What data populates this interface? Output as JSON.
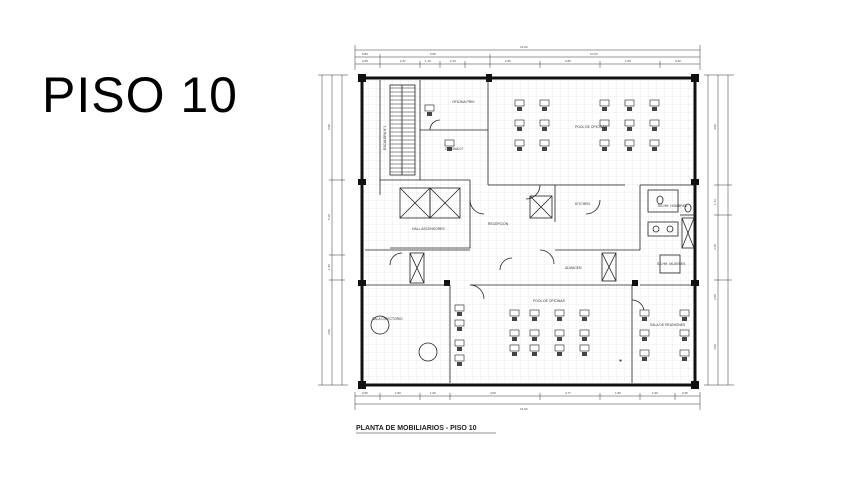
{
  "title": "PISO 10",
  "plan": {
    "caption": "PLANTA DE MOBILIARIOS - PISO 10",
    "total_top": "16.90",
    "total_bottom": "16.90",
    "top_dims": [
      "0.80",
      "6.80",
      "10.00"
    ],
    "top_dims_2": [
      "0.65",
      "1.27",
      "1.10",
      "2.10",
      "2.35",
      "2.80",
      "1.65",
      "0.32"
    ],
    "bottom_dims": [
      "0.65",
      "1.80",
      "1.60",
      "4.00",
      "4.77",
      "1.80",
      "1.60",
      "0.35"
    ],
    "left_dims": [
      "6.80",
      "5.10",
      "1.65",
      "4.80"
    ],
    "right_dims": [
      "4.00",
      "1.73",
      "3.30",
      "2.50",
      "4.50"
    ],
    "rooms": {
      "oficina_top": "OFICINA PRIV.",
      "oficina_mid": "OFICINA 07",
      "escalera": "ESCALERA N°1",
      "pool_top": "POOL DE OFICINAS",
      "hall": "HALL ASCENSORES",
      "recepcion": "RECEPCION",
      "kitchen": "KITCHEN",
      "sshh_h": "SS.HH. HOMBRES",
      "sshh_m": "SS.HH. MUJERES",
      "almacen": "ALMACEN",
      "directorio": "SALA DIRECTORIO",
      "pool_bottom": "POOL DE OFICINAS",
      "sala_reu": "SALA DE REUNIONES"
    }
  }
}
